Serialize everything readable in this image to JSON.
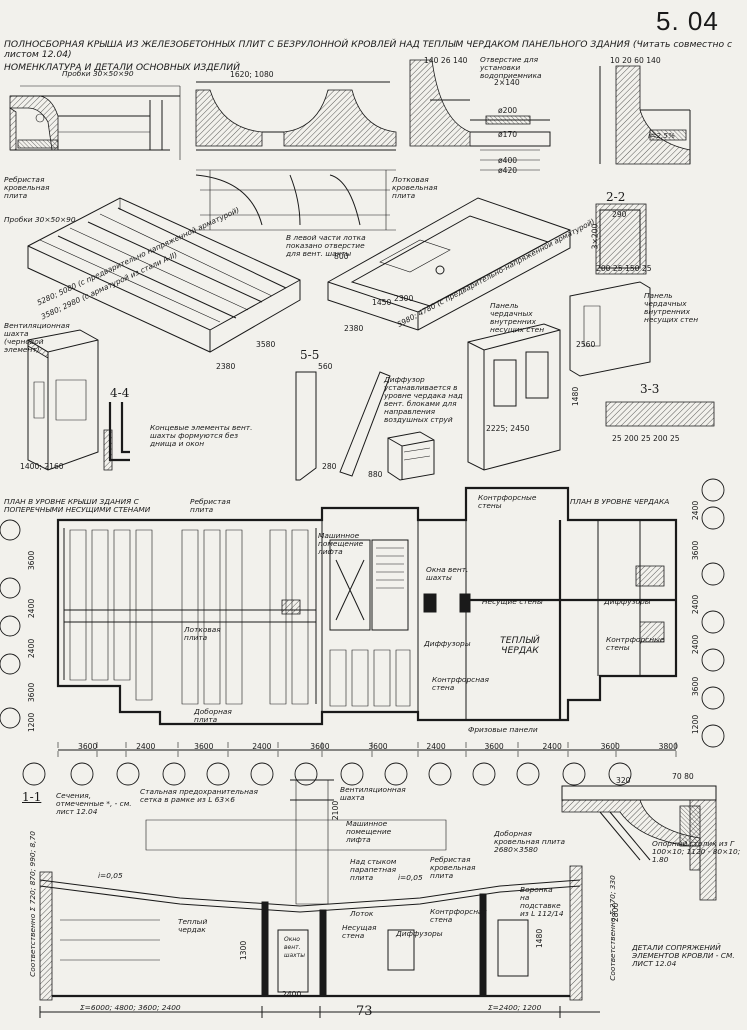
{
  "sheet_number": "5. 04",
  "page_number": "73",
  "title": "ПОЛНОСБОРНАЯ КРЫША ИЗ ЖЕЛЕЗОБЕТОННЫХ ПЛИТ С БЕЗРУЛОННОЙ КРОВЛЕЙ НАД ТЕПЛЫМ ЧЕРДАКОМ ПАНЕЛЬНОГО ЗДАНИЯ (Читать совместно с листом 12.04)",
  "subtitle": "НОМЕНКЛАТУРА И ДЕТАЛИ ОСНОВНЫХ ИЗДЕЛИЙ",
  "labels": {
    "ribbed_slab": "Ребристая кровельная плита",
    "tray_slab": "Лотковая кровельная плита",
    "hole_note": "Отверстие для установки водоприемника",
    "plugs": "Пробки 30×50×90",
    "vent_hole_note": "В левой части лотка показано отверстие для вент. шахты",
    "prestressed_ribbed": "5280; 5080 (с предварительно напряженной арматурой)",
    "ribbed_alt": "3580; 2980 (с арматурой из стали А-II)",
    "prestressed_tray": "5980; 4780 (с предварительно-напряженной арматурой)",
    "vent_shaft": "Вентиляционная шахта (черновой элемент)",
    "vent_note": "Концевые элементы вент. шахты формуются без днища и окон",
    "diffuser": "Диффузор устанавливается в уровне чердака над вент. блоками для направления воздушных струй",
    "attic_panel": "Панель чердачных внутренних несущих стен",
    "attic_panel2": "Панель чердачных внутренних несущих стен",
    "sec_22": "2-2",
    "sec_33": "3-3",
    "sec_44": "4-4",
    "sec_55": "5-5",
    "plan_roof": "ПЛАН В УРОВНЕ КРЫШИ ЗДАНИЯ С ПОПЕРЕЧНЫМИ НЕСУЩИМИ СТЕНАМИ",
    "plan_attic": "ПЛАН В УРОВНЕ ЧЕРДАКА",
    "buttress_walls": "Контрфорсные стены",
    "ribbed_plan": "Ребристая плита",
    "machine_room": "Машинное помещение лифта",
    "vent_windows": "Окна вент. шахты",
    "bearing_walls": "Несущие стены",
    "diffusers": "Диффузоры",
    "tray_plan": "Лотковая плита",
    "diffuser_plan": "Диффузоры",
    "warm_attic": "ТЕПЛЫЙ ЧЕРДАК",
    "buttress_wall": "Контрфорсная стена",
    "buttress_right": "Контрфорсные стены",
    "extra_plate": "Доборная плита",
    "frieze_panels": "Фризовые панели",
    "section_11": "1-1",
    "section_note": "Сечения, отмеченные *, - см. лист 12.04",
    "steel_net": "Стальная предохранительная сетка в рамке из L 63×6",
    "vent_shaft_sec": "Вентиляционная шахта",
    "machine_room_sec": "Машинное помещение лифта",
    "over_joint": "Над стыком парапетная плита",
    "ribbed_sec": "Ребристая кровельная плита",
    "extra_roof": "Доборная кровельная плита 2680×3580",
    "funnel": "Воронка на подставке из L 112/14",
    "warm_attic_sec": "Теплый чердак",
    "tray_sec": "Лоток",
    "bearing_sec": "Несущая стена",
    "buttress_sec": "Контрфорсная стена",
    "diffusers_sec": "Диффузоры",
    "vent_hole_sec": "Окно вент. шахты",
    "slope1": "i=0,05",
    "slope2": "i=0,05",
    "slope3": "i=2,5%",
    "support": "Опорный столик из Г 100×10; 1120 - 80×10; 1.80",
    "details_note": "ДЕТАЛИ СОПРЯЖЕНИЙ ЭЛЕМЕНТОВ КРОВЛИ - СМ. ЛИСТ 12.04",
    "left_dim": "Соответственно Σ 720; 870; 990; 8,70",
    "right_dim": "Соответственно Σ 270; 330",
    "bottom_dim1": "Σ=6000; 4800; 3600; 2400",
    "bottom_dim2": "Σ=2400; 1200"
  },
  "dims": {
    "d1620": "1620; 1080",
    "d140": "140 26 140",
    "d1020": "10 20 60 140",
    "d2x140": "2×140",
    "d200": "ø200",
    "d170": "ø170",
    "d400": "ø400",
    "d420": "ø420",
    "d2380": "2380",
    "d3580": "3580",
    "d2380b": "2380",
    "d800": "800",
    "d2300": "2300",
    "d1450": "1450",
    "d1400": "1400; 2160",
    "d1480": "1480",
    "d2225": "2225; 2450",
    "d2560": "2560",
    "d560": "560",
    "d280": "280",
    "d880": "880",
    "d290": "290",
    "d3x200": "3×200",
    "d200b": "200 25 150 25",
    "d25": "25 200 25 200 25",
    "d2400": "2400",
    "d3600": "3600",
    "d3800": "3800",
    "d2100": "2100",
    "d2800": "2800",
    "d1480s": "1480",
    "d1300": "1300",
    "d320": "320",
    "d70": "70 80"
  },
  "plan_dims": [
    "3600",
    "2400",
    "3600",
    "2400",
    "3600",
    "3600",
    "2400",
    "3600",
    "2400",
    "3600",
    "3800"
  ],
  "right_dims": [
    "2400",
    "3600",
    "2400",
    "2400",
    "3600",
    "1200"
  ],
  "left_dims": [
    "3600",
    "2400",
    "2400",
    "3600",
    "1200"
  ]
}
